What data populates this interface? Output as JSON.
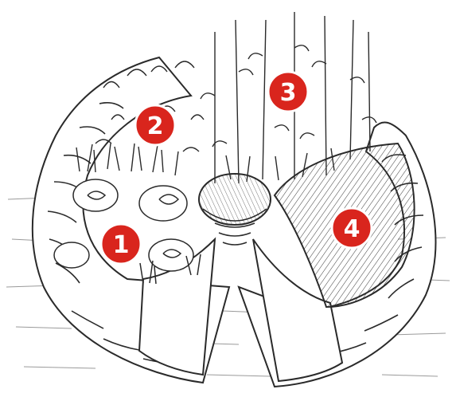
{
  "diagram": {
    "colors": {
      "ink": "#2a2a2a",
      "marker_fill": "#d9251d",
      "marker_text": "#ffffff",
      "background": "#ffffff"
    },
    "markers": [
      {
        "label": "1"
      },
      {
        "label": "2"
      },
      {
        "label": "3"
      },
      {
        "label": "4"
      }
    ]
  }
}
